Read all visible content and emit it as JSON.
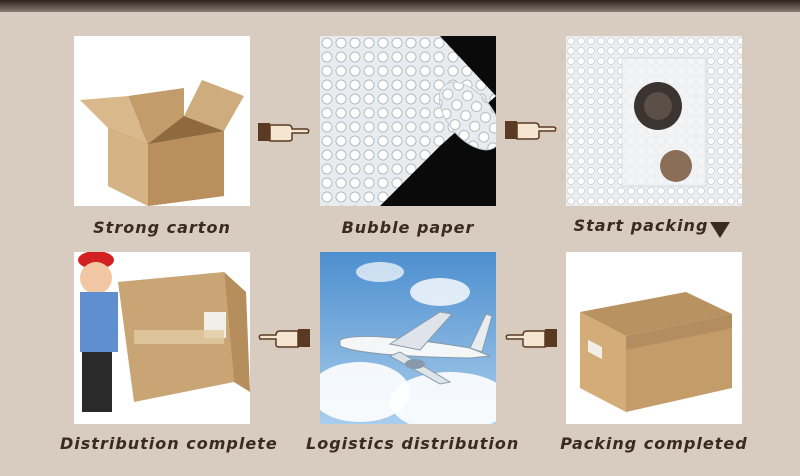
{
  "steps": {
    "strong_carton": "Strong carton",
    "bubble_paper": "Bubble paper",
    "start_packing": "Start packing",
    "packing_completed": "Packing completed",
    "logistics_distribution": "Logistics distribution",
    "distribution_complete": "Distribution complete"
  },
  "colors": {
    "background": "#d8cbbf",
    "caption": "#3a2a20",
    "arrow": "#5a3a22",
    "cardboard": "#c9a474"
  }
}
